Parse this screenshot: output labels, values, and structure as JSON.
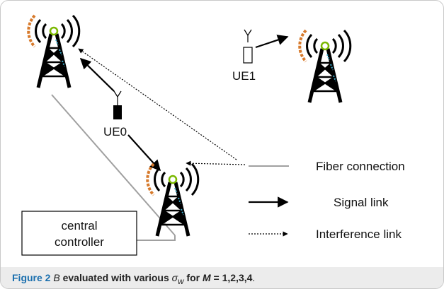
{
  "nodes": {
    "ue0": "UE0",
    "ue1": "UE1",
    "controller_line1": "central",
    "controller_line2": "controller"
  },
  "legend": {
    "fiber": "Fiber connection",
    "signal": "Signal link",
    "interference": "Interference link"
  },
  "caption": {
    "figure": "Figure 2",
    "b": "B",
    "evaluated_with": " evaluated with various ",
    "sigma": "σ",
    "sigma_sub": "w",
    "for": " for ",
    "m": "M",
    "values": " = 1,2,3,4",
    "period": "."
  },
  "colors": {
    "fiber_line": "#a0a0a0",
    "tower": "#000000",
    "caption_bg": "#ececec",
    "figure_label": "#1a6fae"
  }
}
